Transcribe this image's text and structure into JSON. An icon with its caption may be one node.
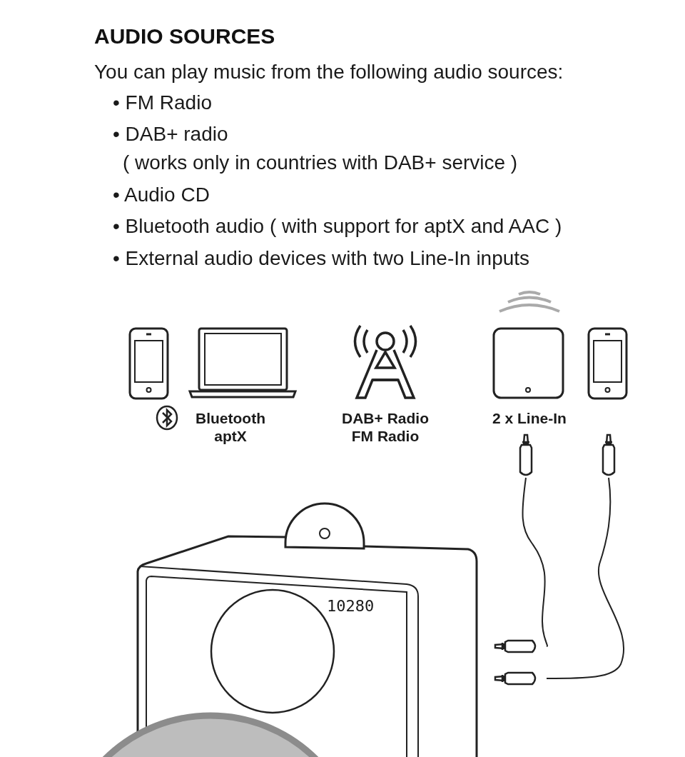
{
  "diagram": {
    "title": "AUDIO SOURCES",
    "labels": [
      "You can play music from the following audio sources:",
      "• FM Radio",
      "• DAB+ radio",
      "( works only in countries with DAB+ service )",
      "• Audio CD",
      "• Bluetooth audio ( with support for aptX and AAC )",
      "• External audio devices with two Line-In inputs",
      "Bluetooth aptX",
      "DAB+ Radio FM Radio",
      "2 x Line-In",
      "10280"
    ]
  }
}
